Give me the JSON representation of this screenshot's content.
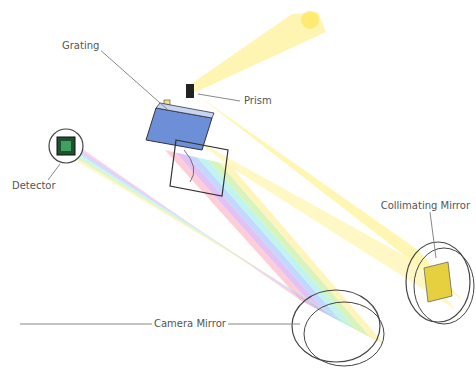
{
  "diagram": {
    "labels": [
      "Grating",
      "Prism",
      "Detector",
      "Collimating Mirror",
      "Camera Mirror"
    ]
  }
}
